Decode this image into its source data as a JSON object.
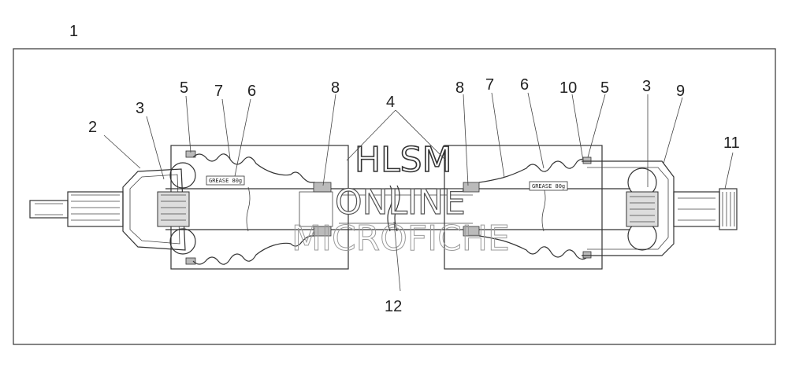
{
  "diagram": {
    "callouts": {
      "c1": "1",
      "c2": "2",
      "c3_left": "3",
      "c5_left": "5",
      "c7_left": "7",
      "c6_left": "6",
      "c8_left": "8",
      "c4": "4",
      "c8_right": "8",
      "c7_right": "7",
      "c6_right": "6",
      "c10": "10",
      "c5_right": "5",
      "c3_right": "3",
      "c9": "9",
      "c11": "11",
      "c12": "12"
    },
    "boot_labels": {
      "left": "GREASE 80g",
      "right": "GREASE 80g"
    },
    "watermark": {
      "line1": "HLSM",
      "line2": "ONLINE",
      "line3": "MICROFICHE"
    }
  }
}
